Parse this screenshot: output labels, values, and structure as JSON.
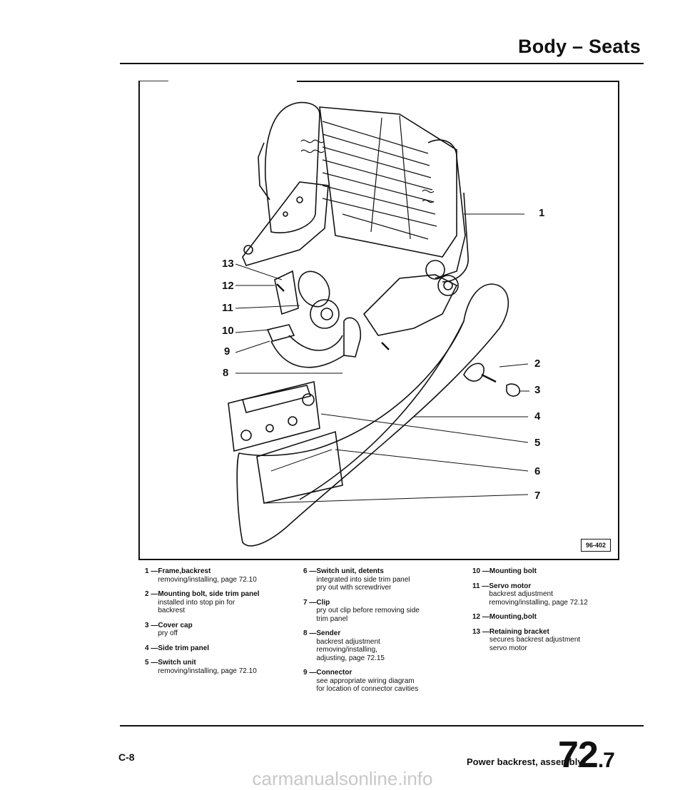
{
  "header": {
    "title": "Body – Seats"
  },
  "figure": {
    "id_label": "96-402",
    "callouts": [
      "1",
      "2",
      "3",
      "4",
      "5",
      "6",
      "7",
      "8",
      "9",
      "10",
      "11",
      "12",
      "13"
    ]
  },
  "legend": {
    "col1": [
      {
        "num": "1 — ",
        "title": "Frame,backrest",
        "desc": [
          "removing/installing, page 72.10"
        ]
      },
      {
        "num": "2 — ",
        "title": "Mounting bolt, side trim panel",
        "desc": [
          "installed into stop pin for",
          "backrest"
        ]
      },
      {
        "num": "3 — ",
        "title": "Cover cap",
        "desc": [
          "pry off"
        ]
      },
      {
        "num": "4 — ",
        "title": "Side trim panel",
        "desc": []
      },
      {
        "num": "5 — ",
        "title": "Switch unit",
        "desc": [
          "removing/installing, page 72.10"
        ]
      }
    ],
    "col2": [
      {
        "num": "6 — ",
        "title": "Switch unit, detents",
        "desc": [
          "integrated into side trim panel",
          "pry out with screwdriver"
        ]
      },
      {
        "num": "7 — ",
        "title": "Clip",
        "desc": [
          "pry out clip before removing side",
          "trim panel"
        ]
      },
      {
        "num": "8 — ",
        "title": "Sender",
        "desc": [
          "backrest adjustment",
          "removing/installing,",
          "adjusting, page 72.15"
        ]
      },
      {
        "num": "9 — ",
        "title": "Connector",
        "desc": [
          "see appropriate wiring diagram",
          "for location of connector cavities"
        ]
      }
    ],
    "col3": [
      {
        "num": "10 — ",
        "title": "Mounting bolt",
        "desc": []
      },
      {
        "num": "11 — ",
        "title": "Servo motor",
        "desc": [
          "backrest adjustment",
          "removing/installing, page 72.12"
        ]
      },
      {
        "num": "12 — ",
        "title": "Mounting,bolt",
        "desc": []
      },
      {
        "num": "13 — ",
        "title": "Retaining bracket",
        "desc": [
          "secures backrest adjustment",
          "servo motor"
        ]
      }
    ]
  },
  "footer": {
    "page_code": "C-8",
    "section": "Power backrest, assembly",
    "page_main": "72",
    "page_sub": ".7"
  },
  "watermark": "carmanualsonline.info"
}
